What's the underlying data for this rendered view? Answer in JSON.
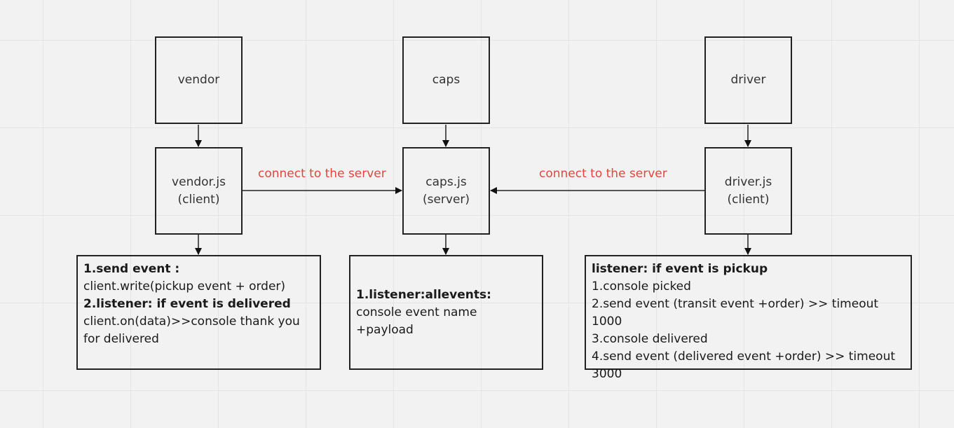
{
  "nodes": {
    "vendor": {
      "label": "vendor"
    },
    "caps": {
      "label": "caps"
    },
    "driver": {
      "label": "driver"
    },
    "vendor_js": {
      "line1": "vendor.js",
      "line2": "(client)"
    },
    "caps_js": {
      "line1": "caps.js",
      "line2": "(server)"
    },
    "driver_js": {
      "line1": "driver.js",
      "line2": "(client)"
    }
  },
  "notes": {
    "vendor": {
      "line1": "1.send event :",
      "line2": "client.write(pickup event + order)",
      "line3": "2.listener: if event is delivered",
      "line4": "client.on(data)>>console thank you for delivered"
    },
    "caps": {
      "line1": "1.listener:allevents:",
      "line2": "console event name +payload"
    },
    "driver": {
      "line1": "listener: if event is pickup",
      "line2": "1.console picked",
      "line3": "2.send event (transit event +order) >> timeout 1000",
      "line4": "3.console delivered",
      "line5": "4.send event (delivered event +order) >> timeout 3000"
    }
  },
  "edges": {
    "vendor_to_caps": {
      "label": "connect to the server"
    },
    "driver_to_caps": {
      "label": "connect to the server"
    }
  },
  "colors": {
    "edge_label": "#e0473c",
    "stroke": "#222222",
    "background": "#f2f2f2"
  }
}
